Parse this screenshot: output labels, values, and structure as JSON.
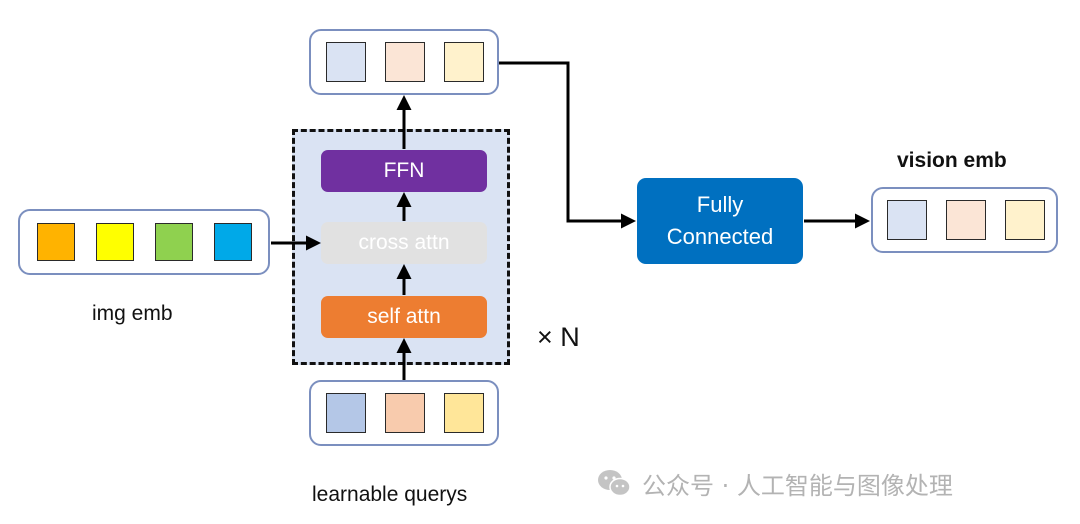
{
  "labels": {
    "img_emb": "img emb",
    "learnable_querys": "learnable querys",
    "vision_emb": "vision emb",
    "repeat": "× N"
  },
  "blocks": {
    "ffn": "FFN",
    "cross_attn": "cross attn",
    "self_attn": "self attn",
    "fully_connected_line1": "Fully",
    "fully_connected_line2": "Connected"
  },
  "watermark": {
    "text": "公众号 · 人工智能与图像处理",
    "icon": "wechat-icon"
  },
  "colors": {
    "img_emb_squares": [
      "#ffb300",
      "#ffff00",
      "#8fd14f",
      "#00a9e8"
    ],
    "query_squares": [
      "#b4c7e7",
      "#f8cbad",
      "#ffe699"
    ],
    "output_squares": [
      "#dae3f3",
      "#fbe5d6",
      "#fff2cc"
    ],
    "ffn": "#7030a0",
    "cross_attn": "#e1e1e1",
    "self_attn": "#ed7d31",
    "fully_connected": "#0070c0",
    "module_background": "#dae3f3"
  }
}
